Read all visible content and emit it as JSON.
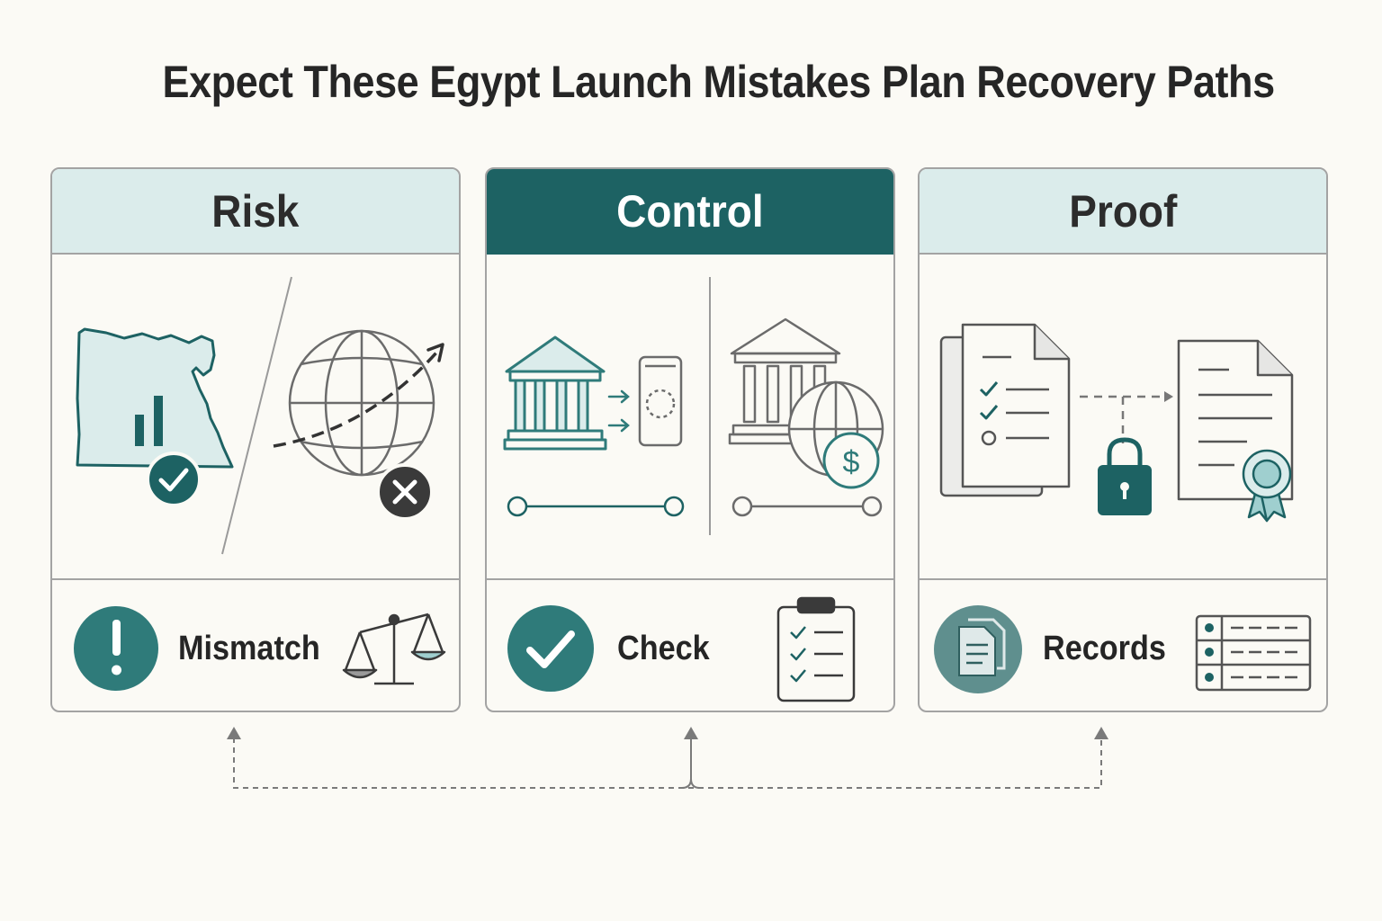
{
  "title": "Expect These Egypt Launch Mistakes Plan Recovery Paths",
  "colors": {
    "teal_dark": "#1d6263",
    "teal_mid": "#2f7b7a",
    "teal_light": "#dbeceb",
    "grey_line": "#a3a3a3",
    "icon_grey": "#6b6b6b",
    "text": "#262626",
    "background": "#fbfaf5"
  },
  "panels": [
    {
      "header": "Risk",
      "highlighted": false,
      "icons": [
        "egypt-map-icon",
        "bar-chart-icon",
        "check-badge-icon",
        "globe-icon",
        "dashed-arrow-icon",
        "x-badge-icon"
      ],
      "footer": {
        "label": "Mismatch",
        "icons": [
          "exclamation-icon",
          "scale-icon"
        ]
      }
    },
    {
      "header": "Control",
      "highlighted": true,
      "icons": [
        "bank-icon",
        "arrows-icon",
        "phone-icon",
        "slider-icon",
        "bank-grey-icon",
        "globe-dollar-icon",
        "slider-grey-icon"
      ],
      "footer": {
        "label": "Check",
        "icons": [
          "check-circle-icon",
          "clipboard-checklist-icon"
        ]
      }
    },
    {
      "header": "Proof",
      "highlighted": false,
      "icons": [
        "document-stack-icon",
        "lock-icon",
        "certificate-icon",
        "dashed-path-icon"
      ],
      "footer": {
        "label": "Records",
        "icons": [
          "documents-circle-icon",
          "list-table-icon"
        ]
      }
    }
  ]
}
